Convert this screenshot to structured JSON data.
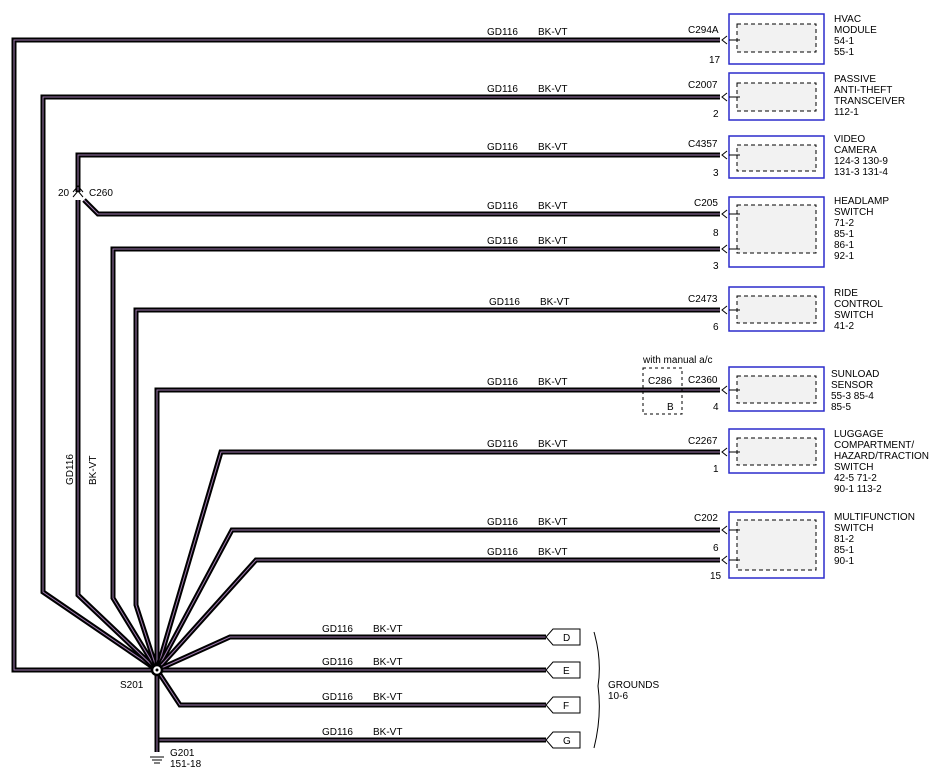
{
  "wire": {
    "circuit": "GD116",
    "color": "BK-VT"
  },
  "splice": {
    "label": "S201"
  },
  "ground_point": {
    "label": "G201",
    "ref": "151-18"
  },
  "inline_connector": {
    "pin": "20",
    "label": "C260"
  },
  "components": [
    {
      "name_lines": [
        "HVAC",
        "MODULE"
      ],
      "refs": [
        "54-1",
        "55-1"
      ],
      "connector": "C294A",
      "pins": [
        "17"
      ]
    },
    {
      "name_lines": [
        "PASSIVE",
        "ANTI-THEFT",
        "TRANSCEIVER"
      ],
      "refs": [
        "112-1"
      ],
      "connector": "C2007",
      "pins": [
        "2"
      ]
    },
    {
      "name_lines": [
        "VIDEO",
        "CAMERA"
      ],
      "refs": [
        "124-3   130-9",
        "131-3   131-4"
      ],
      "connector": "C4357",
      "pins": [
        "3"
      ]
    },
    {
      "name_lines": [
        "HEADLAMP",
        "SWITCH"
      ],
      "refs": [
        "71-2",
        "85-1",
        "86-1",
        "92-1"
      ],
      "connector": "C205",
      "pins": [
        "8",
        "3"
      ]
    },
    {
      "name_lines": [
        "RIDE",
        "CONTROL",
        "SWITCH"
      ],
      "refs": [
        "41-2"
      ],
      "connector": "C2473",
      "pins": [
        "6"
      ]
    },
    {
      "name_lines": [
        "SUNLOAD",
        "SENSOR"
      ],
      "refs": [
        "55-3    85-4",
        "85-5"
      ],
      "connector": "C2360",
      "pins": [
        "4"
      ]
    },
    {
      "name_lines": [
        "LUGGAGE",
        "COMPARTMENT/",
        "HAZARD/TRACTION",
        "SWITCH"
      ],
      "refs": [
        "42-5    71-2",
        "90-1    113-2"
      ],
      "connector": "C2267",
      "pins": [
        "1"
      ]
    },
    {
      "name_lines": [
        "MULTIFUNCTION",
        "SWITCH"
      ],
      "refs": [
        "81-2",
        "85-1",
        "90-1"
      ],
      "connector": "C202",
      "pins": [
        "6",
        "15"
      ]
    }
  ],
  "optional_connector": {
    "note": "with manual a/c",
    "label": "C286",
    "pin": "B"
  },
  "grounds": {
    "tabs": [
      "D",
      "E",
      "F",
      "G"
    ],
    "label": "GROUNDS",
    "ref": "10-6"
  }
}
